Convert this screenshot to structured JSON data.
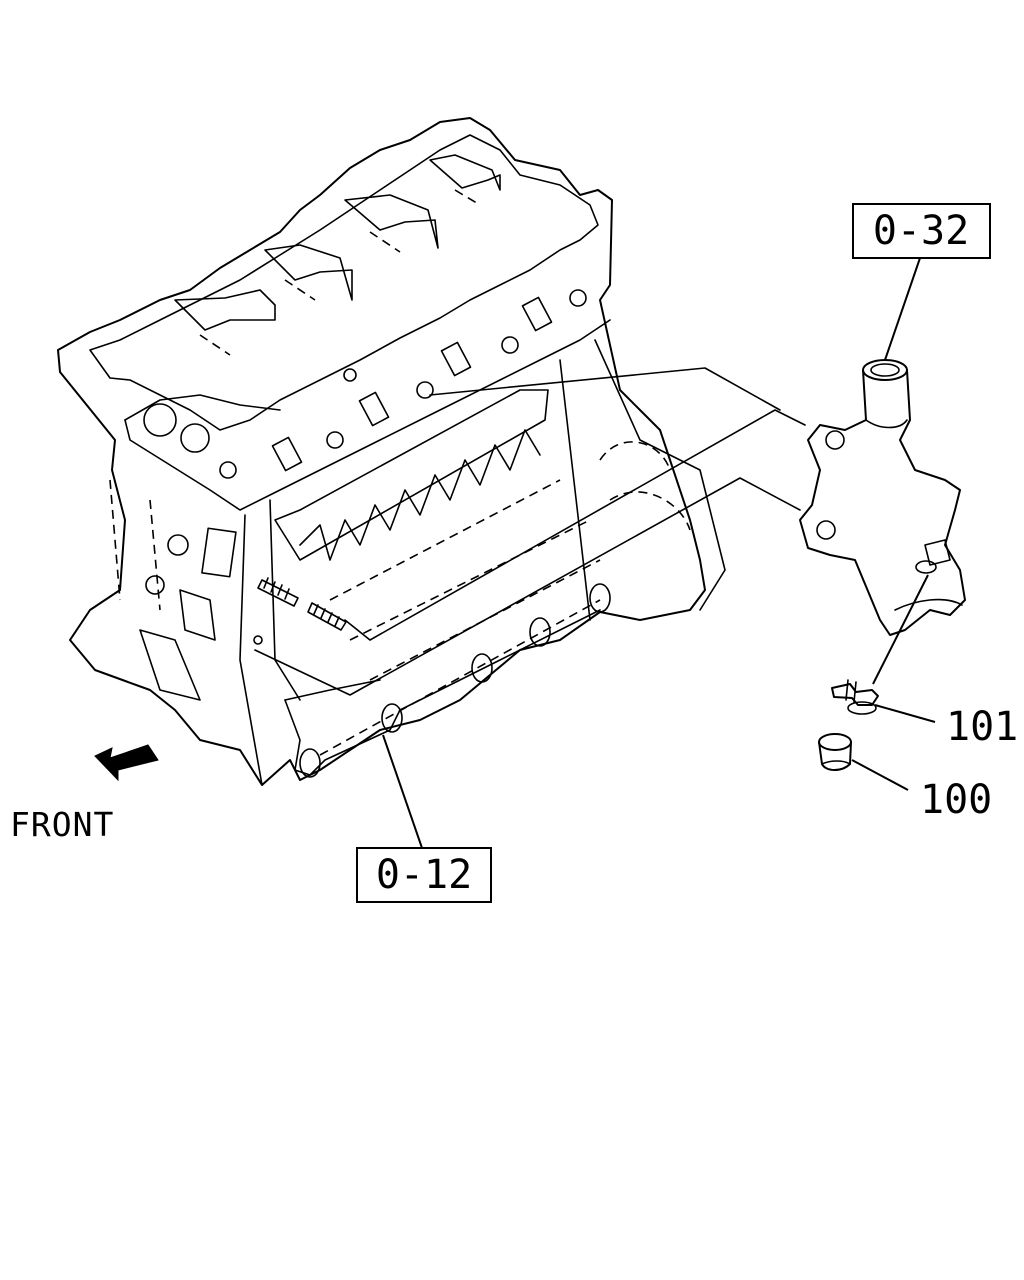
{
  "references": {
    "oil_pan_group": "0-12",
    "thermostat_housing_group": "0-32"
  },
  "callouts": {
    "part_101": "101",
    "part_100": "100"
  },
  "orientation": {
    "front_label": "FRONT"
  },
  "colors": {
    "line": "#000000",
    "background": "#ffffff"
  }
}
